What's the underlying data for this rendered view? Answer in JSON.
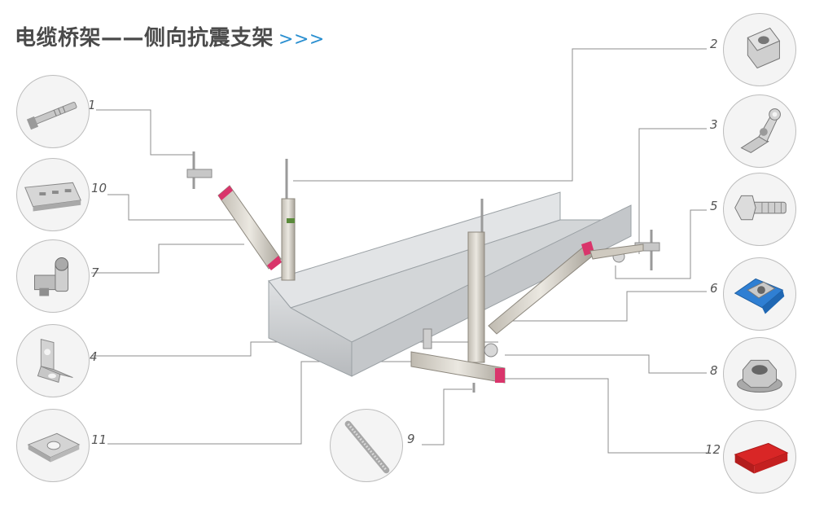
{
  "title": "电缆桥架——侧向抗震支架",
  "title_arrows": ">>>",
  "colors": {
    "accent": "#2a8fd0",
    "leader_line": "#8c8c8c",
    "tray": "#c9cbcd",
    "channel": "#d6d2c8",
    "end_cap": "#d9356b",
    "red_cap": "#d92626"
  },
  "callouts": [
    {
      "number": "1",
      "part": "anchor-bolt-icon"
    },
    {
      "number": "2",
      "part": "coupling-nut-icon"
    },
    {
      "number": "3",
      "part": "seismic-hinge-connector-icon"
    },
    {
      "number": "4",
      "part": "angle-bracket-icon"
    },
    {
      "number": "5",
      "part": "hex-bolt-icon"
    },
    {
      "number": "6",
      "part": "channel-nut-icon"
    },
    {
      "number": "7",
      "part": "bolt-clamp-icon"
    },
    {
      "number": "8",
      "part": "flange-nut-icon"
    },
    {
      "number": "9",
      "part": "threaded-rod-icon"
    },
    {
      "number": "10",
      "part": "slotted-channel-icon"
    },
    {
      "number": "11",
      "part": "square-washer-icon"
    },
    {
      "number": "12",
      "part": "end-cap-icon"
    }
  ]
}
